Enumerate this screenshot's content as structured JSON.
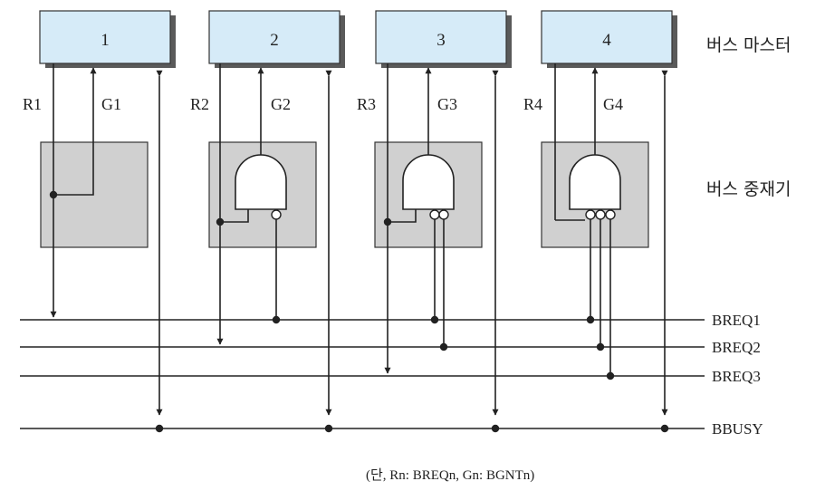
{
  "masters": [
    {
      "id": "1",
      "request": "R1",
      "grant": "G1"
    },
    {
      "id": "2",
      "request": "R2",
      "grant": "G2"
    },
    {
      "id": "3",
      "request": "R3",
      "grant": "G3"
    },
    {
      "id": "4",
      "request": "R4",
      "grant": "G4"
    }
  ],
  "labels": {
    "bus_master": "버스 마스터",
    "bus_arbiter": "버스 중재기"
  },
  "bus_lines": [
    "BREQ1",
    "BREQ2",
    "BREQ3",
    "BBUSY"
  ],
  "footnote": "(단, Rn: BREQn, Gn: BGNTn)"
}
